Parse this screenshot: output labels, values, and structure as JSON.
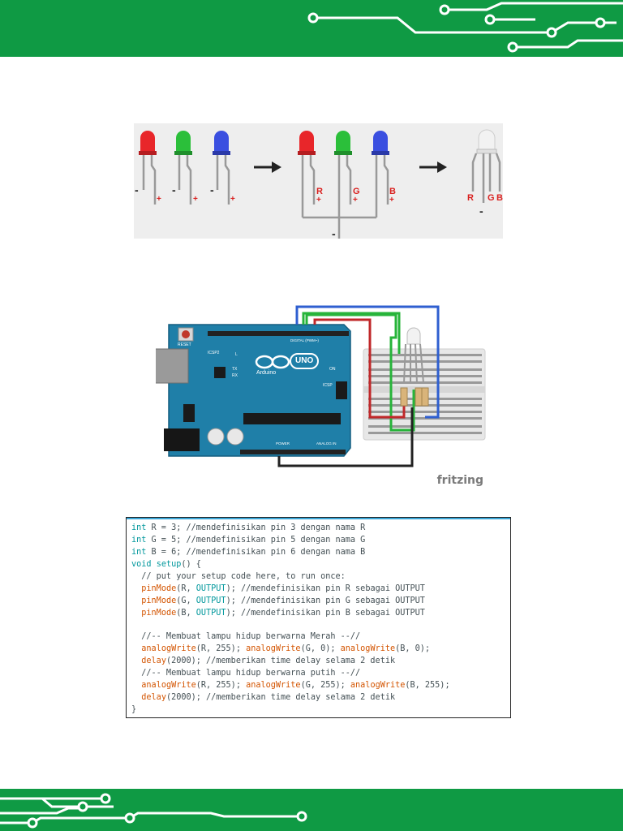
{
  "led_figure": {
    "labels": {
      "minus": "-",
      "plus": "+",
      "r": "R",
      "g": "G",
      "b": "B"
    },
    "colors": {
      "red": "#e8262a",
      "green": "#2bbf3a",
      "blue": "#3a4fe0",
      "white": "#f2f2f2",
      "label": "#d9201f"
    }
  },
  "arduino_figure": {
    "reset_label": "RESET",
    "icsp2_label": "ICSP2",
    "logo_text": "Arduino",
    "uno_text": "UNO",
    "l_label": "L",
    "tx_label": "TX",
    "rx_label": "RX",
    "on_label": "ON",
    "icsp_label": "ICSP",
    "digital_label": "DIGITAL (PWM~)",
    "power_label": "POWER",
    "analog_label": "ANALOG IN",
    "credit": "fritzing"
  },
  "code": {
    "lines": [
      [
        {
          "t": "int",
          "c": "kw"
        },
        {
          "t": " R = 3; //mendefinisikan pin 3 dengan nama R",
          "c": "tx"
        }
      ],
      [
        {
          "t": "int",
          "c": "kw"
        },
        {
          "t": " G = 5; //mendefinisikan pin 5 dengan nama G",
          "c": "tx"
        }
      ],
      [
        {
          "t": "int",
          "c": "kw"
        },
        {
          "t": " B = 6; //mendefinisikan pin 6 dengan nama B",
          "c": "tx"
        }
      ],
      [
        {
          "t": "void",
          "c": "kw"
        },
        {
          "t": " ",
          "c": "tx"
        },
        {
          "t": "setup",
          "c": "kw"
        },
        {
          "t": "() {",
          "c": "tx"
        }
      ],
      [
        {
          "t": "  // put your setup code here, to run once:",
          "c": "tx"
        }
      ],
      [
        {
          "t": "  ",
          "c": "tx"
        },
        {
          "t": "pinMode",
          "c": "fn"
        },
        {
          "t": "(R, ",
          "c": "tx"
        },
        {
          "t": "OUTPUT",
          "c": "cst"
        },
        {
          "t": "); //mendefinisikan pin R sebagai OUTPUT",
          "c": "tx"
        }
      ],
      [
        {
          "t": "  ",
          "c": "tx"
        },
        {
          "t": "pinMode",
          "c": "fn"
        },
        {
          "t": "(G, ",
          "c": "tx"
        },
        {
          "t": "OUTPUT",
          "c": "cst"
        },
        {
          "t": "); //mendefinisikan pin G sebagai OUTPUT",
          "c": "tx"
        }
      ],
      [
        {
          "t": "  ",
          "c": "tx"
        },
        {
          "t": "pinMode",
          "c": "fn"
        },
        {
          "t": "(B, ",
          "c": "tx"
        },
        {
          "t": "OUTPUT",
          "c": "cst"
        },
        {
          "t": "); //mendefinisikan pin B sebagai OUTPUT",
          "c": "tx"
        }
      ],
      [
        {
          "t": "",
          "c": "tx"
        }
      ],
      [
        {
          "t": "  //-- Membuat lampu hidup berwarna Merah --//",
          "c": "tx"
        }
      ],
      [
        {
          "t": "  ",
          "c": "tx"
        },
        {
          "t": "analogWrite",
          "c": "fn"
        },
        {
          "t": "(R, 255); ",
          "c": "tx"
        },
        {
          "t": "analogWrite",
          "c": "fn"
        },
        {
          "t": "(G, 0); ",
          "c": "tx"
        },
        {
          "t": "analogWrite",
          "c": "fn"
        },
        {
          "t": "(B, 0);",
          "c": "tx"
        }
      ],
      [
        {
          "t": "  ",
          "c": "tx"
        },
        {
          "t": "delay",
          "c": "fn"
        },
        {
          "t": "(2000); //memberikan time delay selama 2 detik",
          "c": "tx"
        }
      ],
      [
        {
          "t": "  //-- Membuat lampu hidup berwarna putih --//",
          "c": "tx"
        }
      ],
      [
        {
          "t": "  ",
          "c": "tx"
        },
        {
          "t": "analogWrite",
          "c": "fn"
        },
        {
          "t": "(R, 255); ",
          "c": "tx"
        },
        {
          "t": "analogWrite",
          "c": "fn"
        },
        {
          "t": "(G, 255); ",
          "c": "tx"
        },
        {
          "t": "analogWrite",
          "c": "fn"
        },
        {
          "t": "(B, 255);",
          "c": "tx"
        }
      ],
      [
        {
          "t": "  ",
          "c": "tx"
        },
        {
          "t": "delay",
          "c": "fn"
        },
        {
          "t": "(2000); //memberikan time delay selama 2 detik",
          "c": "tx"
        }
      ],
      [
        {
          "t": "}",
          "c": "tx"
        }
      ]
    ],
    "colors": {
      "kw": "#00979c",
      "fn": "#d35400",
      "cst": "#00979c",
      "tx": "#434f54"
    }
  },
  "theme": {
    "banner": "#0f9a44",
    "trace": "#ffffff"
  }
}
